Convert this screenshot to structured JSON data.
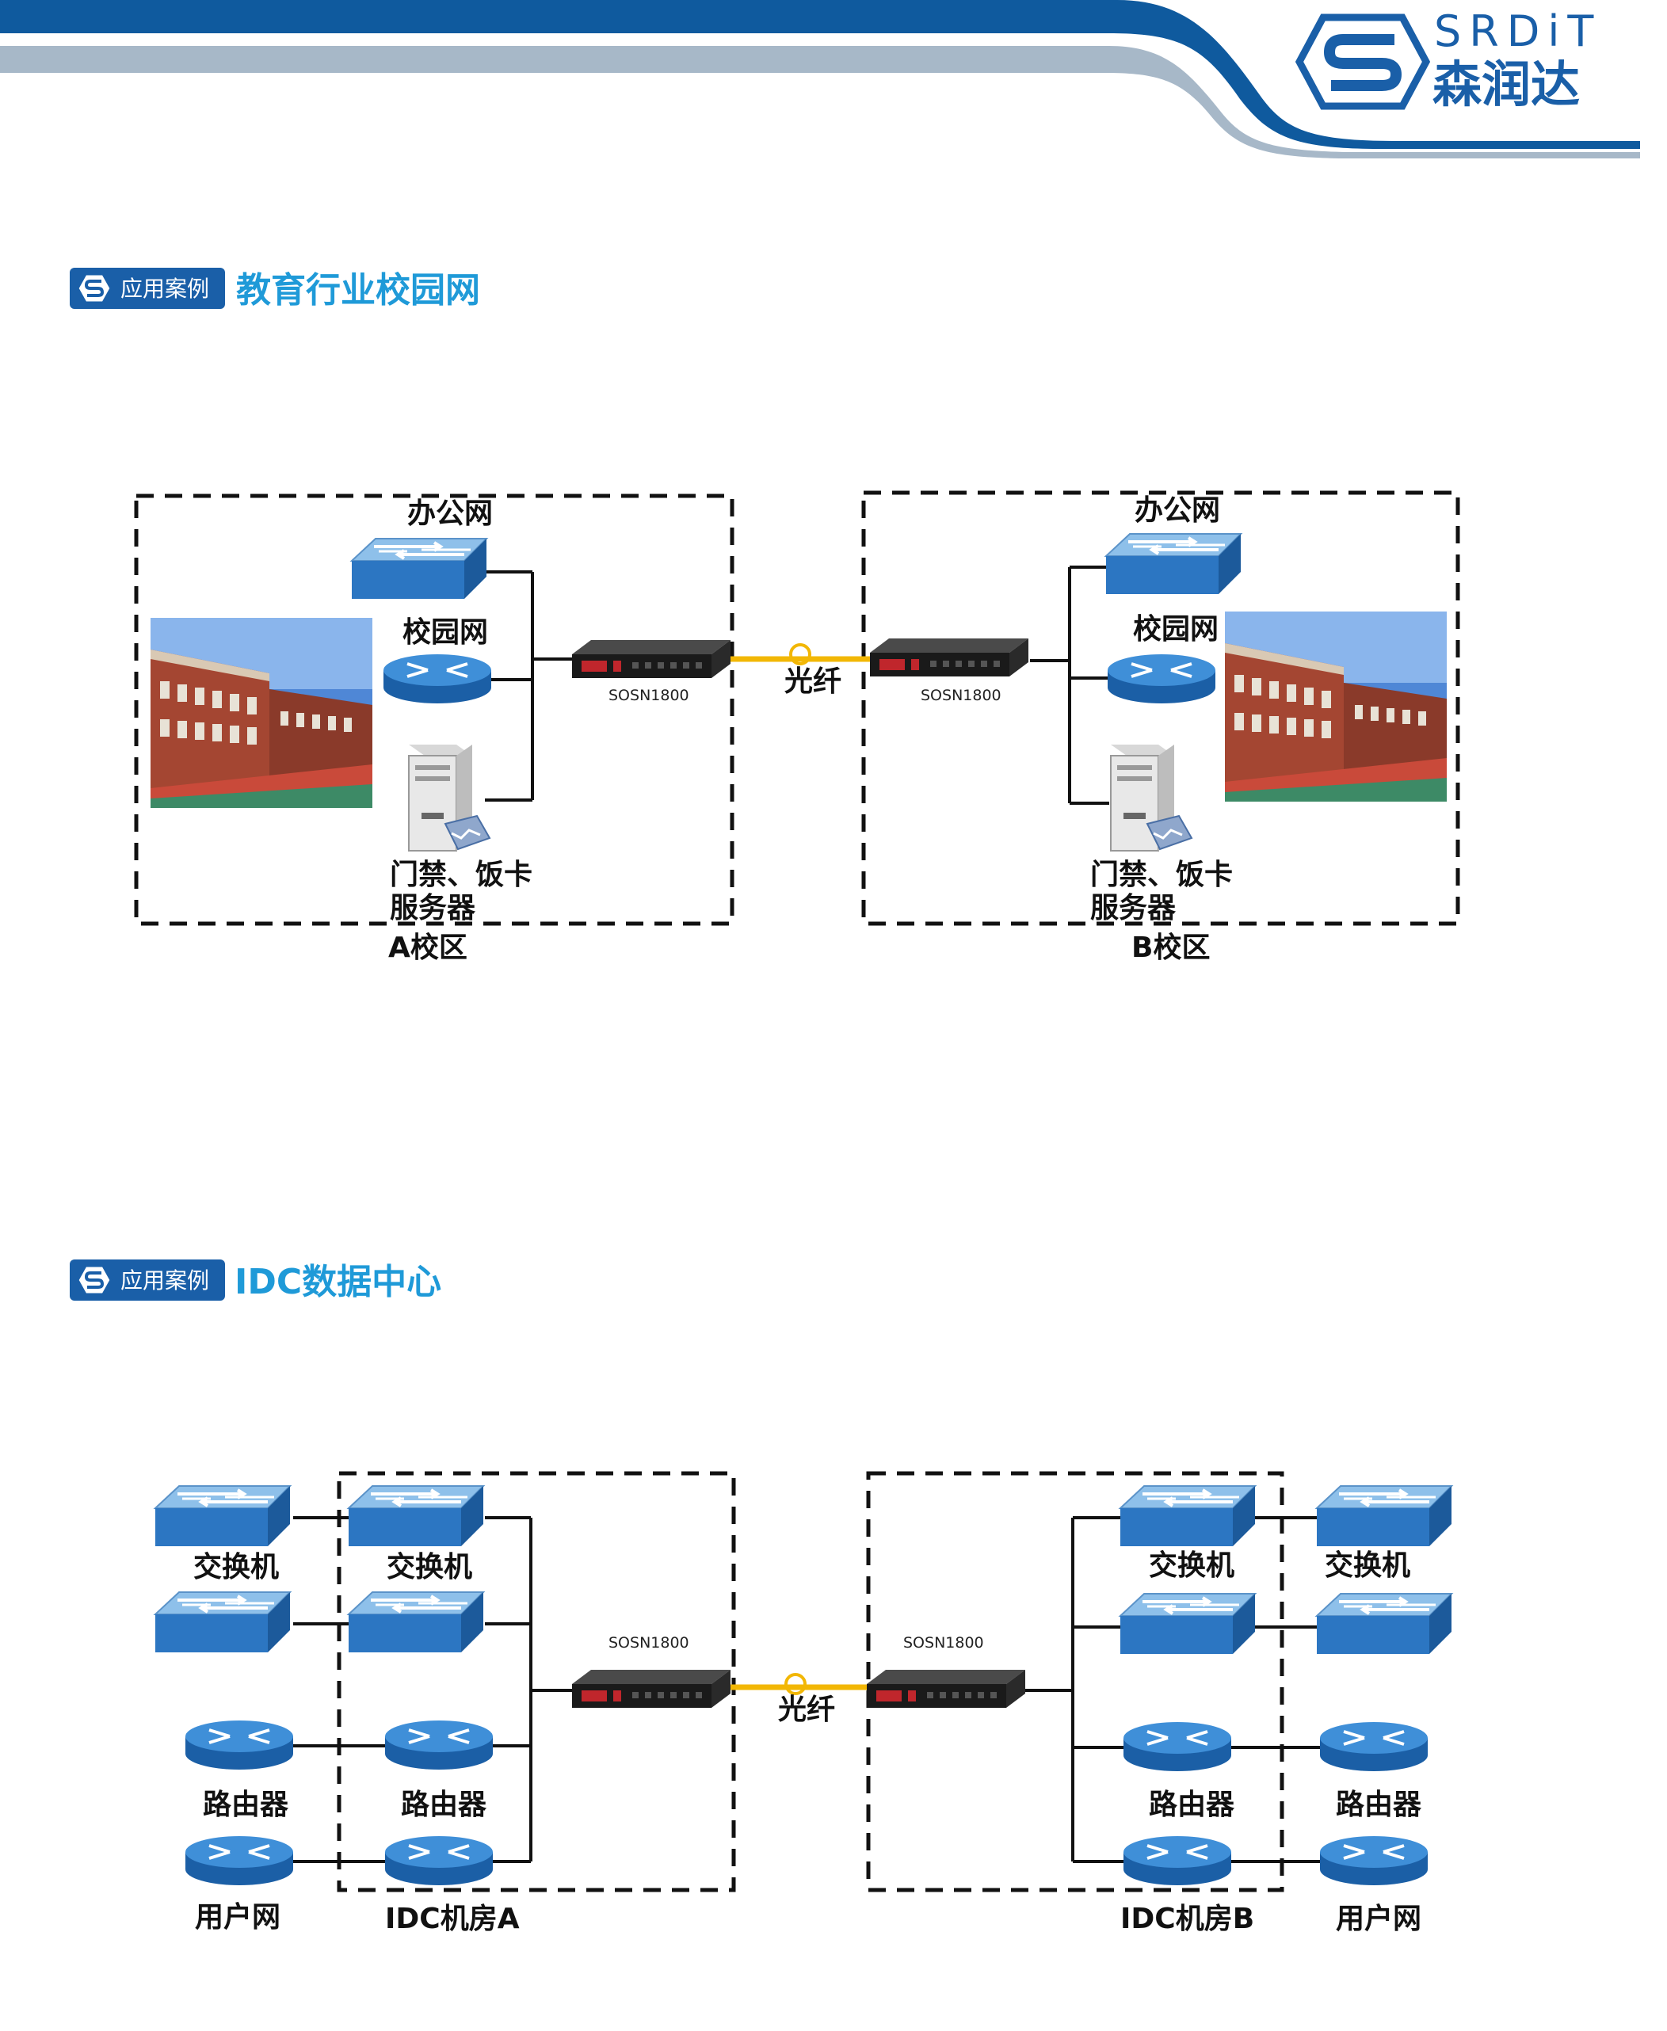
{
  "brand": {
    "latin": "SRDiT",
    "chinese": "森润达",
    "primary_color": "#0f5a9e",
    "secondary_color": "#a7b8c8",
    "accent_color": "#1f9ad8"
  },
  "sections": [
    {
      "badge": "应用案例",
      "title": "教育行业校园网",
      "diagram": {
        "site_a": {
          "office_label": "办公网",
          "campus_label": "校园网",
          "server_label_line1": "门禁、饭卡",
          "server_label_line2": "服务器",
          "zone_label": "A校区",
          "device_model": "SOSN1800"
        },
        "link_label": "光纤",
        "site_b": {
          "office_label": "办公网",
          "campus_label": "校园网",
          "server_label_line1": "门禁、饭卡",
          "server_label_line2": "服务器",
          "zone_label": "B校区",
          "device_model": "SOSN1800"
        }
      }
    },
    {
      "badge": "应用案例",
      "title": "IDC数据中心",
      "diagram": {
        "site_a": {
          "device_model": "SOSN1800",
          "switch_label_outer": "交换机",
          "switch_label_inner": "交换机",
          "router_label_outer": "路由器",
          "router_label_inner": "路由器",
          "user_net_label": "用户网",
          "room_label": "IDC机房A"
        },
        "link_label": "光纤",
        "site_b": {
          "device_model": "SOSN1800",
          "switch_label_inner": "交换机",
          "switch_label_outer": "交换机",
          "router_label_inner": "路由器",
          "router_label_outer": "路由器",
          "user_net_label": "用户网",
          "room_label": "IDC机房B"
        }
      }
    }
  ],
  "icons": [
    "logo-icon",
    "switch-icon",
    "router-icon",
    "server-icon",
    "appliance-icon",
    "fiber-connector-icon",
    "building-photo"
  ]
}
